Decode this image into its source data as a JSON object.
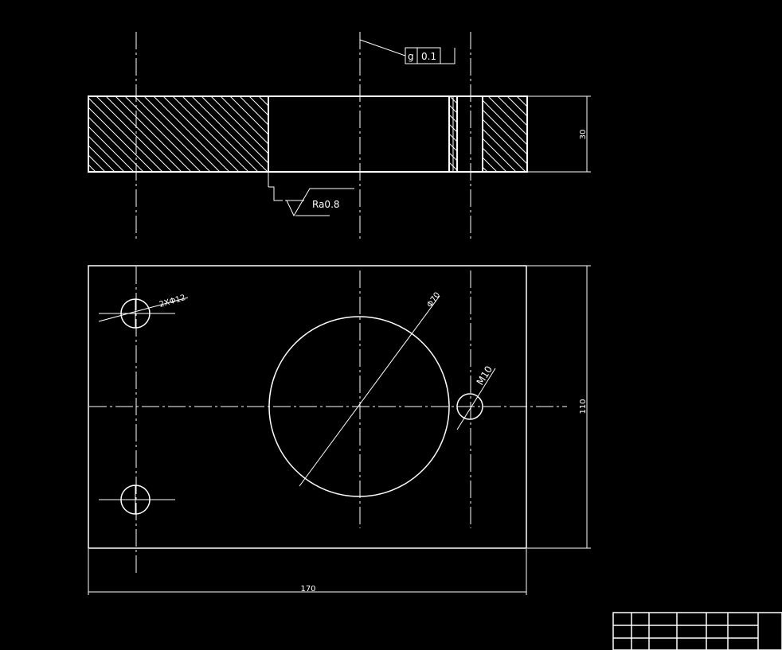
{
  "drawing": {
    "background": "#000000",
    "line_color": "#ffffff",
    "dimensions": {
      "width": "170",
      "height": "110",
      "thickness": "30"
    },
    "callouts": {
      "holes": "2XΦ12",
      "center_bore": "Φ70",
      "thread": "M10"
    },
    "surface_finish": "Ra0.8",
    "tolerance_frame": {
      "symbol": "g",
      "value": "0.1"
    }
  }
}
